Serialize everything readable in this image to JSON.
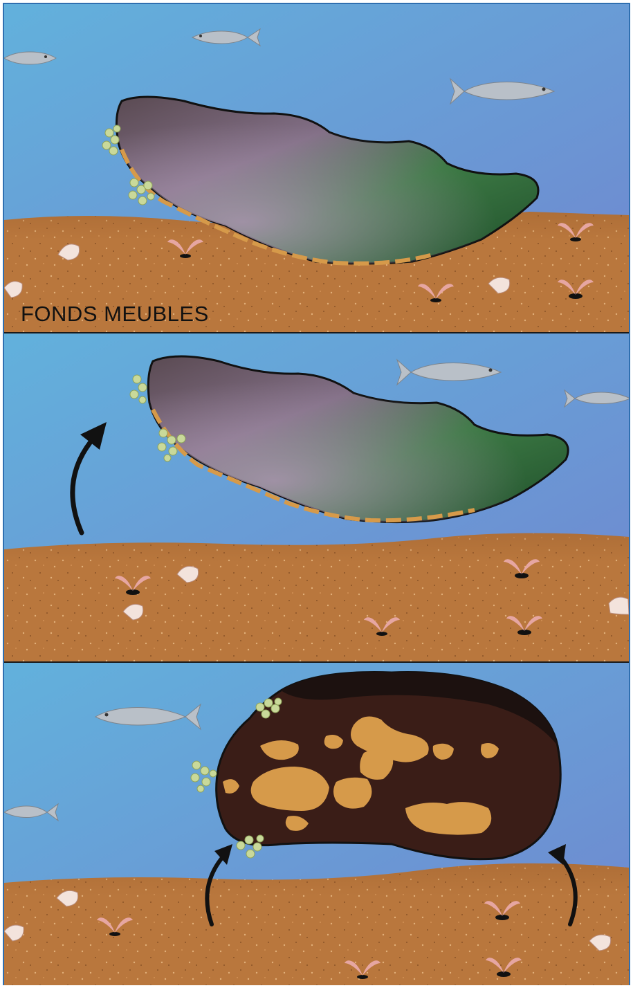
{
  "diagram": {
    "label": "FONDS MEUBLES",
    "panels": [
      {
        "id": "rock-resting-on-sediment"
      },
      {
        "id": "rock-lifted"
      },
      {
        "id": "rock-overturned"
      }
    ],
    "colors": {
      "water_top": "#7186cf",
      "water_left": "#5ea9d8",
      "sediment": "#b9773d",
      "sediment_dark": "#9a5e2c",
      "rock_green": "#2e6a36",
      "rock_purple": "#7f6f84",
      "rock_dark": "#2a1712",
      "sponge_orange": "#d69a4a",
      "bryozoan": "#c9d99a",
      "worm_pink": "#e6a6a2",
      "fish": "#b9c0c8",
      "arrow": "#111111"
    }
  }
}
